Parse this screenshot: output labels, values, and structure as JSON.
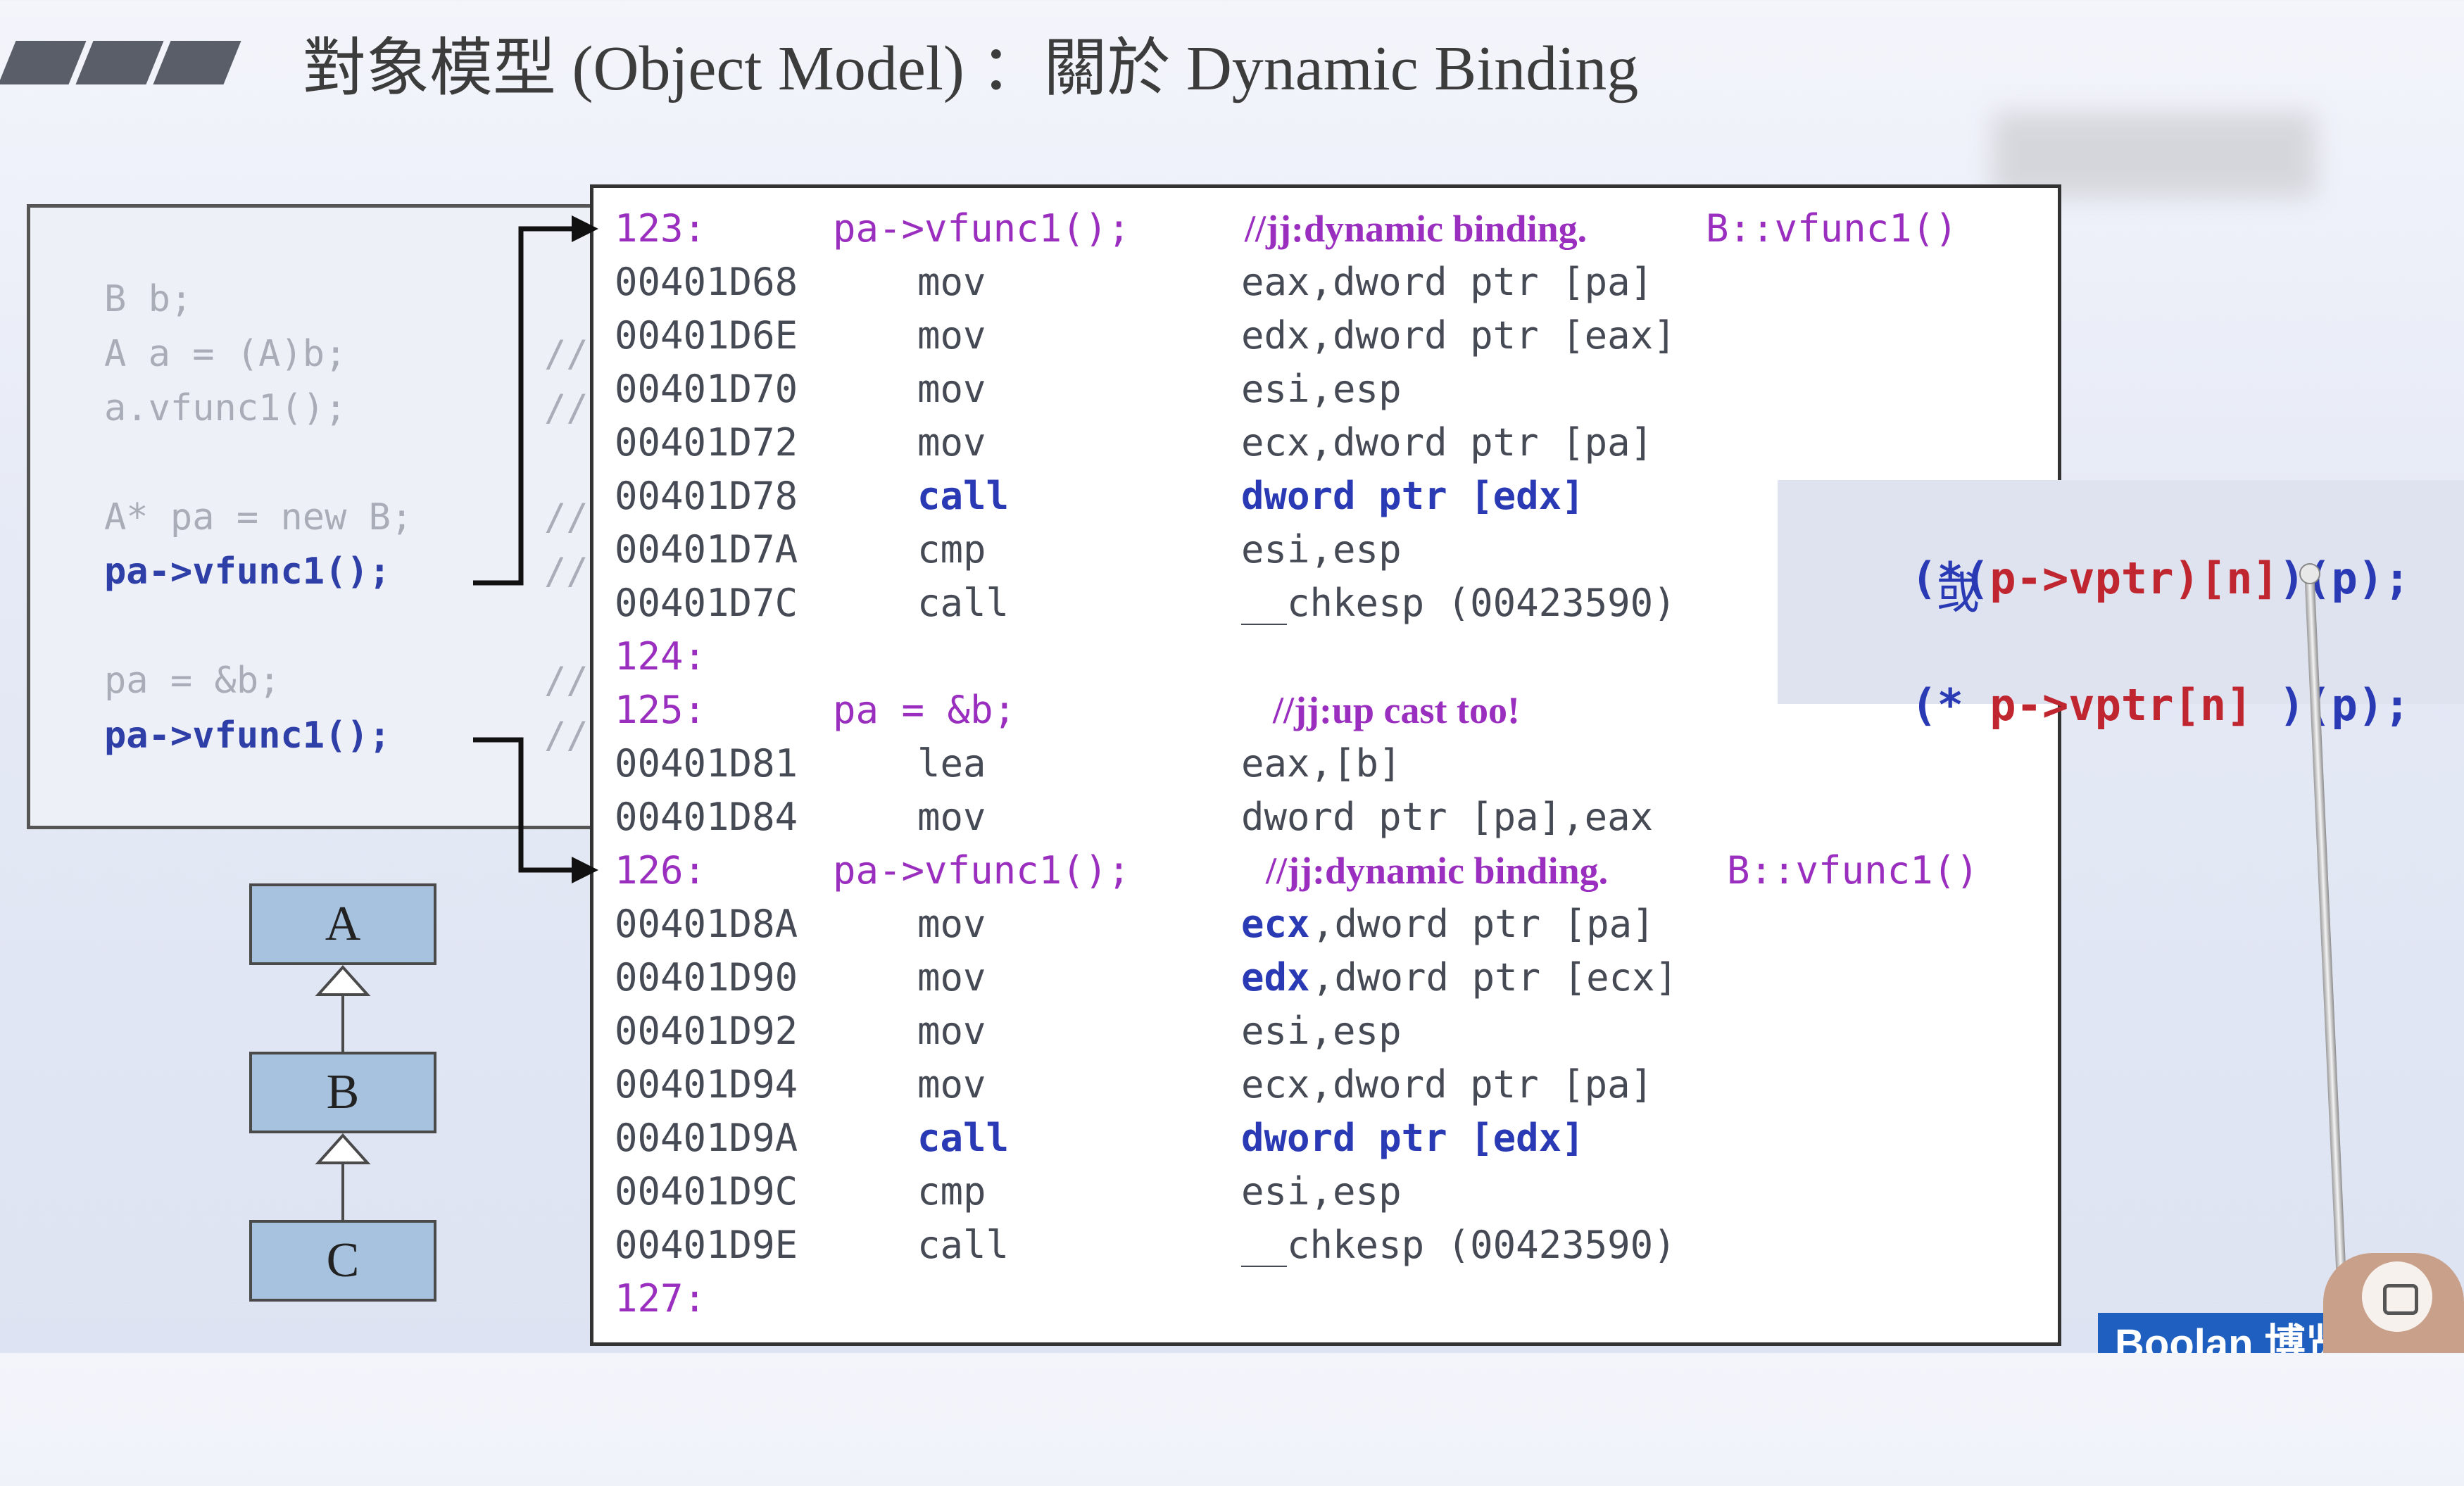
{
  "slide": {
    "title": "對象模型 (Object Model) ：關於 Dynamic Binding"
  },
  "left_code": {
    "lines": [
      "B b;",
      "A a = (A)b;",
      "a.vfunc1();",
      "A* pa = new B;",
      "pa->vfunc1();",
      "pa = &b;",
      "pa->vfunc1();"
    ],
    "comment_marks": [
      "//",
      "//",
      "//",
      "//",
      "//",
      "//"
    ]
  },
  "asm": {
    "rows": [
      {
        "addr": "123:",
        "op": "",
        "args": "",
        "src": "pa->vfunc1();",
        "comment": "//jj:dynamic binding.",
        "comment_code": "B::vfunc1()"
      },
      {
        "addr": "00401D68",
        "op": "mov",
        "args": "eax,dword ptr [pa]"
      },
      {
        "addr": "00401D6E",
        "op": "mov",
        "args": "edx,dword ptr [eax]"
      },
      {
        "addr": "00401D70",
        "op": "mov",
        "args": "esi,esp"
      },
      {
        "addr": "00401D72",
        "op": "mov",
        "args": "ecx,dword ptr [pa]"
      },
      {
        "addr": "00401D78",
        "op": "call",
        "args": "dword ptr [edx]"
      },
      {
        "addr": "00401D7A",
        "op": "cmp",
        "args": "esi,esp"
      },
      {
        "addr": "00401D7C",
        "op": "call",
        "args": "__chkesp (00423590)"
      },
      {
        "addr": "124:",
        "op": "",
        "args": ""
      },
      {
        "addr": "125:",
        "op": "",
        "args": "",
        "src": "pa = &b;",
        "comment": "//jj:up cast too!"
      },
      {
        "addr": "00401D81",
        "op": "lea",
        "args": "eax,[b]"
      },
      {
        "addr": "00401D84",
        "op": "mov",
        "args": "dword ptr [pa],eax"
      },
      {
        "addr": "126:",
        "op": "",
        "args": "",
        "src": "pa->vfunc1();",
        "comment": "//jj:dynamic binding.",
        "comment_code": "B::vfunc1()"
      },
      {
        "addr": "00401D8A",
        "op": "mov",
        "args_reg": "ecx",
        "args": ",dword ptr [pa]"
      },
      {
        "addr": "00401D90",
        "op": "mov",
        "args_reg": "edx",
        "args": ",dword ptr [ecx]"
      },
      {
        "addr": "00401D92",
        "op": "mov",
        "args": "esi,esp"
      },
      {
        "addr": "00401D94",
        "op": "mov",
        "args": "ecx,dword ptr [pa]"
      },
      {
        "addr": "00401D9A",
        "op": "call",
        "args": "dword ptr [edx]"
      },
      {
        "addr": "00401D9C",
        "op": "cmp",
        "args": "esi,esp"
      },
      {
        "addr": "00401D9E",
        "op": "call",
        "args": "__chkesp (00423590)"
      },
      {
        "addr": "127:",
        "op": "",
        "args": ""
      }
    ]
  },
  "formula": {
    "line1_a": "(*(",
    "line1_b": "p->vptr)[n]",
    "line1_c": ")(p);",
    "or_text": "或",
    "line2_a": "(* ",
    "line2_b": "p->vptr[n]",
    "line2_c": " )(p);"
  },
  "hierarchy": {
    "classes": [
      "A",
      "B",
      "C"
    ]
  },
  "branding": {
    "logo_text": "Boolan 博览"
  },
  "colors": {
    "highlight_blue": "#2a3ab5",
    "source_purple": "#9a2fbf",
    "formula_red": "#c0262f"
  }
}
